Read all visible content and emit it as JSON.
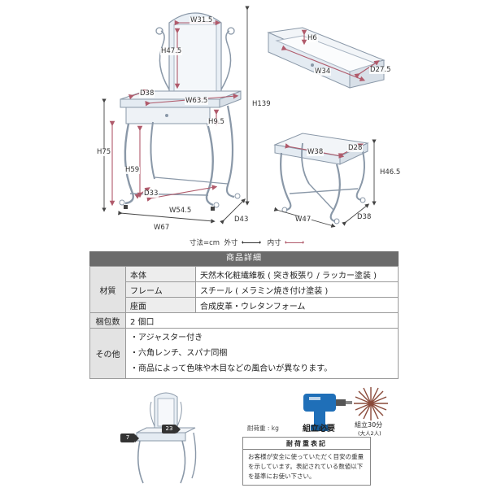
{
  "dimensions": {
    "mirror_width": "W31.5",
    "mirror_height": "H47.5",
    "table_depth_inner": "D38",
    "table_width_inner": "W63.5",
    "drawer_front_height": "H9.5",
    "total_height": "H139",
    "under_height": "H75",
    "leg_height": "H59",
    "leg_depth": "D33",
    "leg_width": "W54.5",
    "outer_width": "W67",
    "outer_depth": "D43",
    "drawer_height": "H6",
    "drawer_width": "W34",
    "drawer_depth": "D27.5",
    "stool_width_inner": "W38",
    "stool_depth_inner": "D28",
    "stool_height": "H46.5",
    "stool_outer_width": "W47",
    "stool_outer_depth": "D38"
  },
  "legend": {
    "units": "寸法=cm",
    "outer": "外寸",
    "inner": "内寸"
  },
  "spec": {
    "header": "商品詳細",
    "material_label": "材質",
    "rows": [
      {
        "sub": "本体",
        "value": "天然木化粧繊維板 ( 突き板張り / ラッカー塗装 )"
      },
      {
        "sub": "フレーム",
        "value": "スチール ( メラミン焼き付け塗装 )"
      },
      {
        "sub": "座面",
        "value": "合成皮革・ウレタンフォーム"
      }
    ],
    "package_label": "梱包数",
    "package_value": "2 個口",
    "other_label": "その他",
    "notes": [
      "・アジャスター付き",
      "・六角レンチ、スパナ同梱",
      "・商品によって色味や木目などの風合いが異なります。"
    ]
  },
  "bottom": {
    "weight_label": "耐荷重 : kg",
    "tag_top": "23",
    "tag_side": "7",
    "assembly_label": "組立必要",
    "time_label": "組立30分",
    "time_sub": "(大人2人)",
    "load_title": "耐荷重表記",
    "load_body": "お客様が安全に使っていただく目安の重量を示しています。表記されている数値以下を基準にお使い下さい。"
  },
  "colors": {
    "dimension_line": "#b05a6b",
    "furniture": "#e9eff5",
    "header_bg": "#6b6b6b",
    "tool_blue": "#1f6fb8"
  }
}
